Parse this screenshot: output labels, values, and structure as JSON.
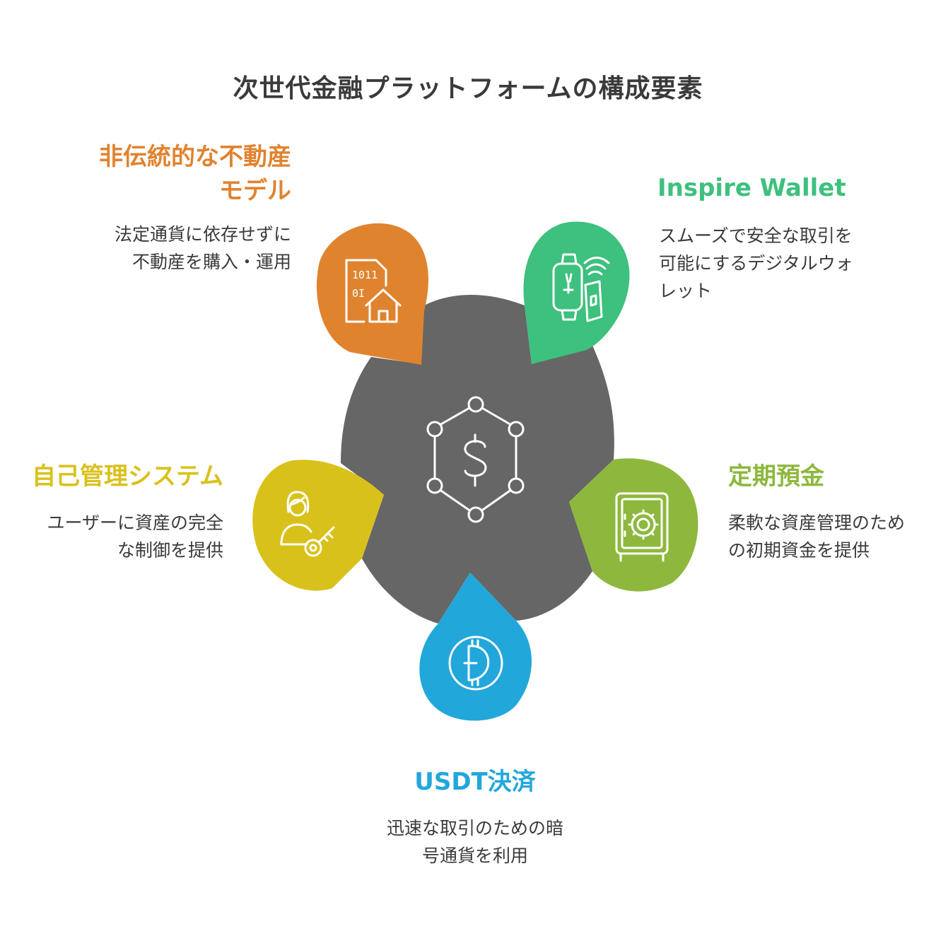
{
  "title": "次世代金融プラットフォームの構成要素",
  "colors": {
    "center": "#666666",
    "orange": "#E0832F",
    "green": "#3EC07E",
    "lime": "#8DB83D",
    "blue": "#22A7DB",
    "yellow": "#D9C11C"
  },
  "center": {
    "icon": "dollar-network-icon"
  },
  "elements": [
    {
      "id": "real-estate",
      "heading_line1": "非伝統的な不動産",
      "heading_line2": "モデル",
      "desc_line1": "法定通貨に依存せずに",
      "desc_line2": "不動産を購入・運用",
      "icon": "building-binary-house-icon",
      "color": "#E0832F"
    },
    {
      "id": "wallet",
      "heading": "Inspire Wallet",
      "desc_line1": "スムーズで安全な取引を",
      "desc_line2": "可能にするデジタルウォ",
      "desc_line3": "レット",
      "icon": "smartwatch-wallet-nfc-icon",
      "color": "#3EC07E"
    },
    {
      "id": "deposit",
      "heading": "定期預金",
      "desc_line1": "柔軟な資産管理のため",
      "desc_line2": "の初期資金を提供",
      "icon": "safe-icon",
      "color": "#8DB83D"
    },
    {
      "id": "usdt",
      "heading": "USDT決済",
      "desc_line1": "迅速な取引のための暗",
      "desc_line2": "号通貨を利用",
      "icon": "crypto-coin-icon",
      "color": "#22A7DB"
    },
    {
      "id": "self-custody",
      "heading": "自己管理システム",
      "desc_line1": "ユーザーに資産の完全",
      "desc_line2": "な制御を提供",
      "icon": "user-key-icon",
      "color": "#D9C11C"
    }
  ]
}
